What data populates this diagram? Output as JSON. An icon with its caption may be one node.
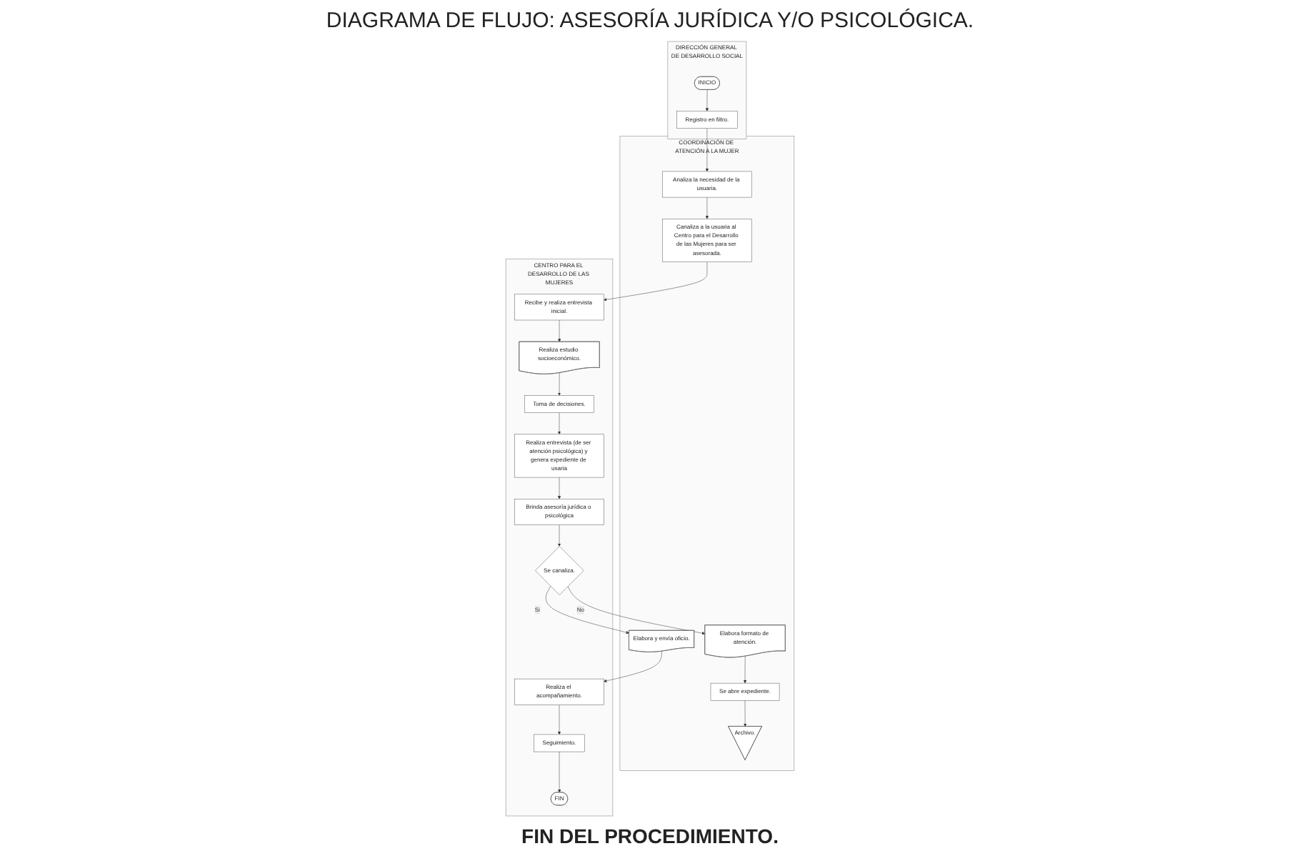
{
  "diagram": {
    "title": "DIAGRAMA DE FLUJO: ASESORÍA JURÍDICA Y/O PSICOLÓGICA.",
    "caption": "FIN DEL PROCEDIMIENTO.",
    "nodes": [
      {
        "text": [
          "DIRECCIÓN GENERAL DE DESARROLLO SOCIAL"
        ]
      },
      {
        "text": [
          "INICIO"
        ],
        "in": 0
      },
      {
        "text": [
          "Registro en filtro."
        ],
        "in": 0
      },
      {
        "text": [
          "COORDINACIÓN DE ATENCIÓN A LA MUJER"
        ]
      },
      {
        "text": [
          "Analiza la necesidad de la usuaria."
        ],
        "in": 3
      },
      {
        "text": [
          "Canaliza a la usuaria al Centro para el Desarrollo de las Mujeres para ser asesorada."
        ],
        "in": 3
      },
      {
        "text": [
          "Elabora formato de atención."
        ],
        "in": 3
      },
      {
        "text": [
          "Se abre expediente."
        ],
        "in": 3
      },
      {
        "text": [
          "Archivo."
        ],
        "in": 3
      },
      {
        "text": [
          "Elabora y envía oficio."
        ],
        "in": 3
      },
      {
        "text": [
          "CENTRO PARA EL DESARROLLO DE LAS MUJERES"
        ]
      },
      {
        "text": [
          "Recibe y realiza entrevista inicial."
        ],
        "in": 10
      },
      {
        "text": [
          "Realiza estudio socioeconómico."
        ],
        "in": 10
      },
      {
        "text": [
          "Toma de decisiones."
        ],
        "in": 10
      },
      {
        "text": [
          "Realiza entrevista (de ser atención psicológica) y genera expediente de usaria"
        ],
        "in": 10
      },
      {
        "text": [
          "Brinda asesoría jurídica o psicológica"
        ],
        "in": 10
      },
      {
        "text": [
          "Se canaliza."
        ],
        "in": 10
      },
      {
        "text": [
          "Realiza el acompañamiento."
        ],
        "in": 10
      },
      {
        "text": [
          "Seguimiento."
        ],
        "in": 10
      },
      {
        "text": [
          "FIN"
        ],
        "in": 10
      }
    ],
    "edges": [
      {
        "from": 1,
        "to": 2,
        "arrow": "to"
      },
      {
        "from": 2,
        "to": 4,
        "arrow": "to"
      },
      {
        "from": 4,
        "to": 5,
        "arrow": "to"
      },
      {
        "from": 5,
        "to": 11,
        "arrow": "to"
      },
      {
        "from": 11,
        "to": 12,
        "arrow": "to"
      },
      {
        "from": 12,
        "to": 13,
        "arrow": "to"
      },
      {
        "from": 13,
        "to": 14,
        "arrow": "to"
      },
      {
        "from": 14,
        "to": 15,
        "arrow": "to"
      },
      {
        "from": 15,
        "to": 16,
        "arrow": "to"
      },
      {
        "from": 16,
        "to": 6,
        "arrow": "to",
        "label": "No"
      },
      {
        "from": 6,
        "to": 7,
        "arrow": "to"
      },
      {
        "from": 7,
        "to": 8,
        "arrow": "to"
      },
      {
        "from": 16,
        "to": 9,
        "arrow": "to",
        "label": "Si"
      },
      {
        "from": 9,
        "to": 17,
        "arrow": "to"
      },
      {
        "from": 17,
        "to": 18,
        "arrow": "to"
      },
      {
        "from": 18,
        "to": 19,
        "arrow": "to"
      }
    ]
  }
}
